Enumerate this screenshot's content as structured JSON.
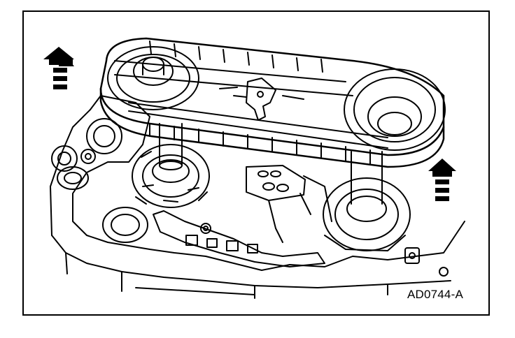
{
  "figure": {
    "id_label": "AD0744-A"
  },
  "arrows": [
    {
      "name": "lift-arrow-left",
      "direction": "up"
    },
    {
      "name": "lift-arrow-right",
      "direction": "up"
    }
  ],
  "colors": {
    "line": "#000000",
    "background": "#ffffff"
  }
}
